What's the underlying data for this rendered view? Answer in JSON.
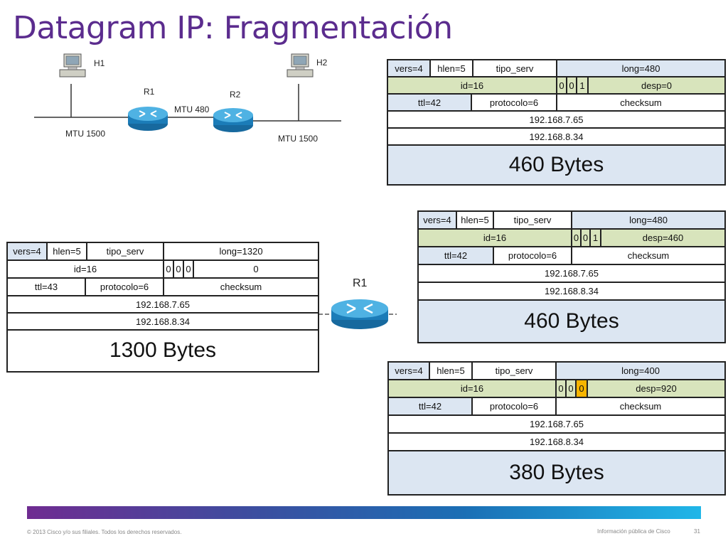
{
  "title": "Datagram IP: Fragmentación",
  "topology": {
    "h1": "H1",
    "h2": "H2",
    "r1": "R1",
    "r2": "R2",
    "mtu_left": "MTU 1500",
    "mtu_mid": "MTU 480",
    "mtu_right": "MTU 1500",
    "router_r1": "R1"
  },
  "original": {
    "vers": "vers=4",
    "hlen": "hlen=5",
    "tipo": "tipo_serv",
    "long": "long=1320",
    "id": "id=16",
    "f1": "0",
    "f2": "0",
    "f3": "0",
    "desp": "0",
    "ttl": "ttl=43",
    "proto": "protocolo=6",
    "checksum": "checksum",
    "src": "192.168.7.65",
    "dst": "192.168.8.34",
    "payload": "1300 Bytes"
  },
  "frag1": {
    "vers": "vers=4",
    "hlen": "hlen=5",
    "tipo": "tipo_serv",
    "long": "long=480",
    "id": "id=16",
    "f1": "0",
    "f2": "0",
    "f3": "1",
    "desp": "desp=0",
    "ttl": "ttl=42",
    "proto": "protocolo=6",
    "checksum": "checksum",
    "src": "192.168.7.65",
    "dst": "192.168.8.34",
    "payload": "460 Bytes"
  },
  "frag2": {
    "vers": "vers=4",
    "hlen": "hlen=5",
    "tipo": "tipo_serv",
    "long": "long=480",
    "id": "id=16",
    "f1": "0",
    "f2": "0",
    "f3": "1",
    "desp": "desp=460",
    "ttl": "ttl=42",
    "proto": "protocolo=6",
    "checksum": "checksum",
    "src": "192.168.7.65",
    "dst": "192.168.8.34",
    "payload": "460 Bytes"
  },
  "frag3": {
    "vers": "vers=4",
    "hlen": "hlen=5",
    "tipo": "tipo_serv",
    "long": "long=400",
    "id": "id=16",
    "f1": "0",
    "f2": "0",
    "f3": "0",
    "desp": "desp=920",
    "ttl": "ttl=42",
    "proto": "protocolo=6",
    "checksum": "checksum",
    "src": "192.168.7.65",
    "dst": "192.168.8.34",
    "payload": "380 Bytes"
  },
  "footer": {
    "copyright": "© 2013 Cisco y/o sus filiales. Todos los derechos reservados.",
    "classification": "Información pública de Cisco",
    "page": "31"
  },
  "colors": {
    "title": "#5b2c8e",
    "header_blue": "#dce6f2",
    "header_green": "#d8e4bc",
    "flag_highlight": "#f7b500",
    "router": "#1f8fc8"
  }
}
